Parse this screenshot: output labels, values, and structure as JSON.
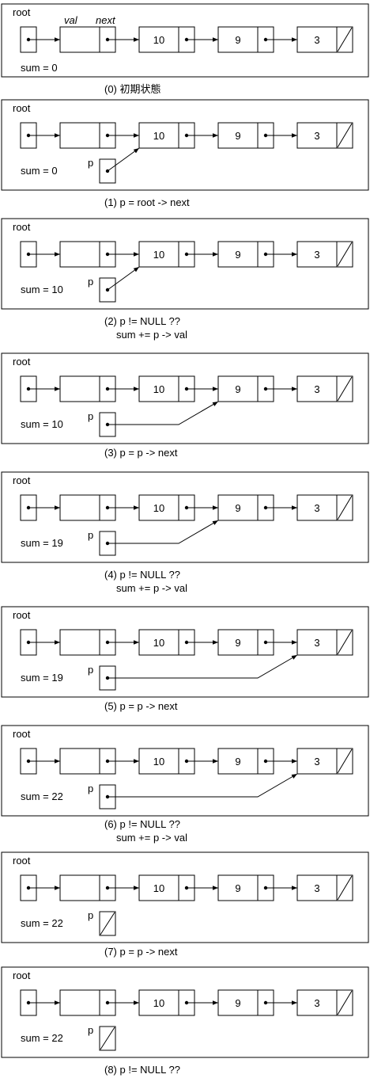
{
  "labels": {
    "root": "root",
    "val": "val",
    "next": "next",
    "p": "p"
  },
  "nodes": [
    "10",
    "9",
    "3"
  ],
  "steps": [
    {
      "id": 0,
      "sum": "sum = 0",
      "caption": [
        "(0) 初期状態"
      ],
      "p_target": "none",
      "show_header": true
    },
    {
      "id": 1,
      "sum": "sum = 0",
      "caption": [
        "(1) p = root -> next"
      ],
      "p_target": 0,
      "show_header": false
    },
    {
      "id": 2,
      "sum": "sum = 10",
      "caption": [
        "(2) p != NULL  ??",
        "sum += p -> val"
      ],
      "p_target": 0,
      "show_header": false
    },
    {
      "id": 3,
      "sum": "sum = 10",
      "caption": [
        "(3) p = p -> next"
      ],
      "p_target": 1,
      "show_header": false
    },
    {
      "id": 4,
      "sum": "sum = 19",
      "caption": [
        "(4) p != NULL  ??",
        "sum += p -> val"
      ],
      "p_target": 1,
      "show_header": false
    },
    {
      "id": 5,
      "sum": "sum = 19",
      "caption": [
        "(5) p = p -> next"
      ],
      "p_target": 2,
      "show_header": false
    },
    {
      "id": 6,
      "sum": "sum = 22",
      "caption": [
        "(6) p != NULL  ??",
        "sum += p -> val"
      ],
      "p_target": 2,
      "show_header": false
    },
    {
      "id": 7,
      "sum": "sum = 22",
      "caption": [
        "(7) p = p -> next"
      ],
      "p_target": "null",
      "show_header": false
    },
    {
      "id": 8,
      "sum": "sum = 22",
      "caption": [
        "(8) p != NULL  ??"
      ],
      "p_target": "null",
      "show_header": false
    }
  ]
}
